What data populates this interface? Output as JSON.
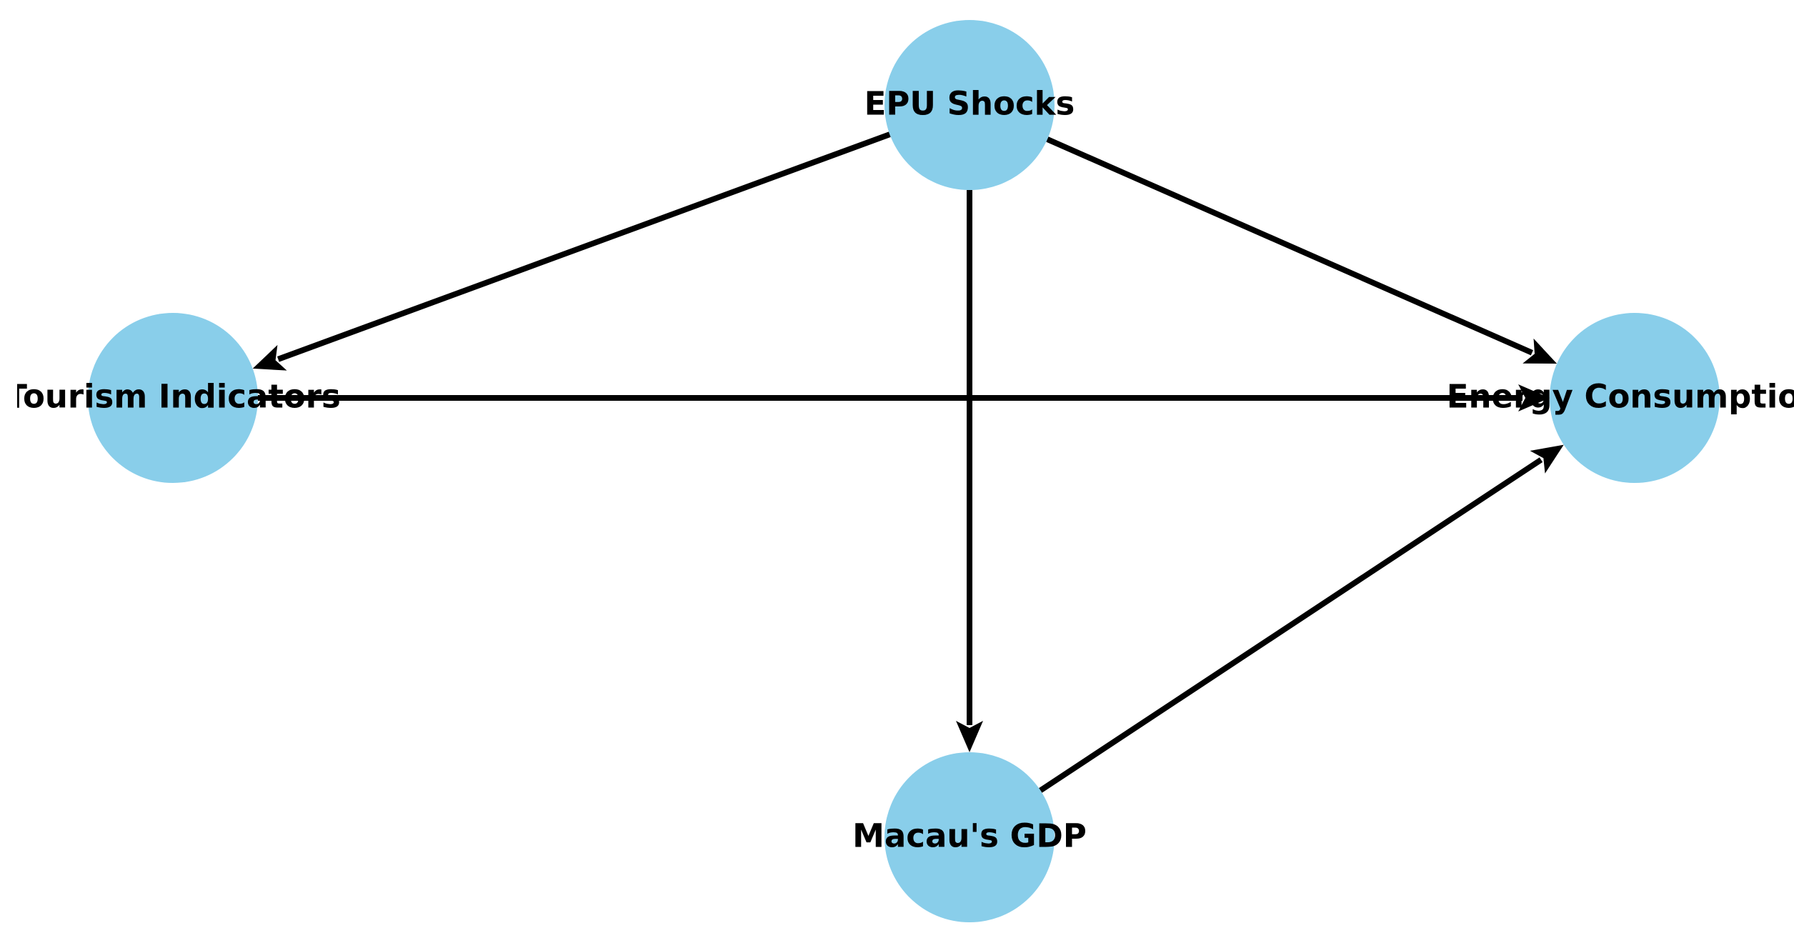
{
  "diagram": {
    "colors": {
      "node_fill": "#89CEEA",
      "edge": "#000000",
      "background": "#FFFFFF",
      "label": "#000000"
    },
    "nodes": [
      {
        "id": "epu",
        "label": "EPU Shocks"
      },
      {
        "id": "tourism",
        "label": "Tourism Indicators"
      },
      {
        "id": "energy",
        "label": "Energy Consumption"
      },
      {
        "id": "gdp",
        "label": "Macau's GDP"
      }
    ],
    "edges": [
      {
        "from": "epu",
        "to": "tourism"
      },
      {
        "from": "epu",
        "to": "energy"
      },
      {
        "from": "epu",
        "to": "gdp"
      },
      {
        "from": "tourism",
        "to": "energy"
      },
      {
        "from": "gdp",
        "to": "energy"
      }
    ]
  }
}
